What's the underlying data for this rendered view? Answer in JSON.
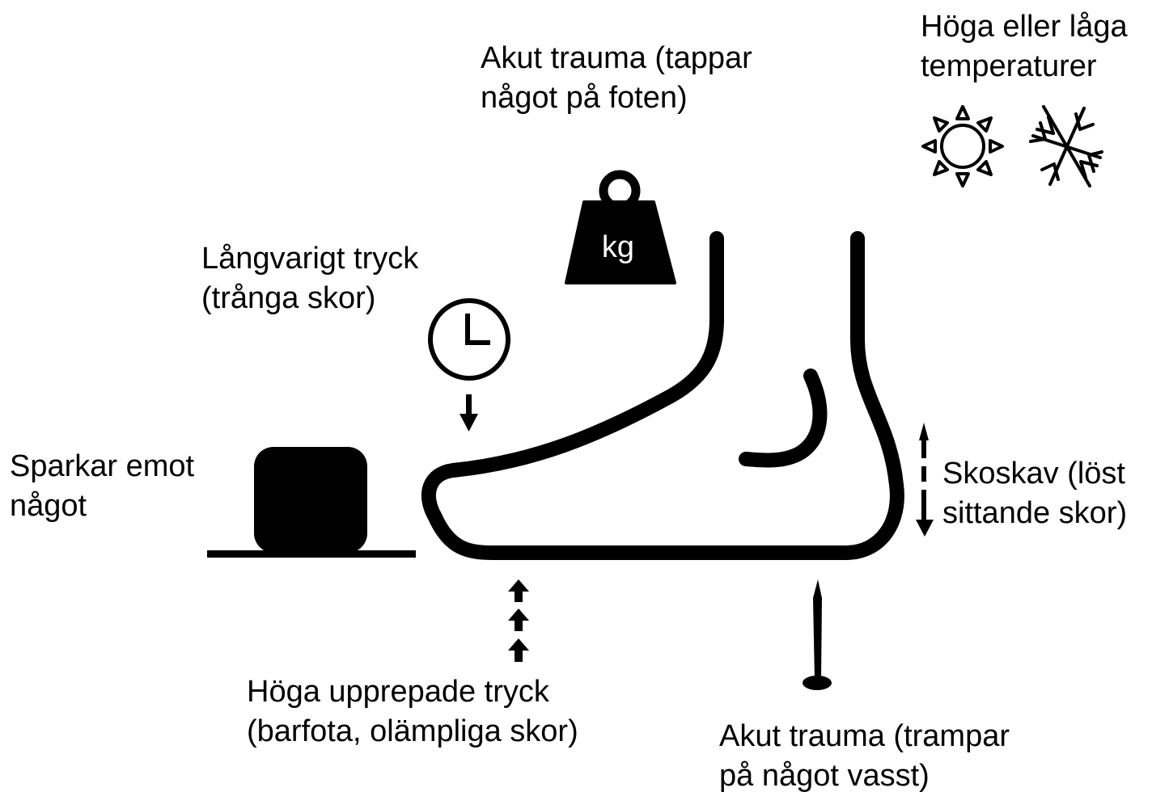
{
  "labels": {
    "top_trauma": [
      "Akut trauma (tappar",
      "något på foten)"
    ],
    "temperature": [
      "Höga eller låga",
      "temperaturer"
    ],
    "long_pressure": [
      "Långvarigt tryck",
      "(trånga skor)"
    ],
    "kick": [
      "Sparkar emot",
      "något"
    ],
    "shear": [
      "Skoskav (löst",
      "sittande skor)"
    ],
    "repeated_pressure": [
      "Höga upprepade tryck",
      "(barfota, olämpliga skor)"
    ],
    "sharp_trauma": [
      "Akut trauma (trampar",
      "på något vasst)"
    ]
  },
  "weight_text": "kg",
  "icons": [
    "weight-icon",
    "clock-icon",
    "sun-icon",
    "snowflake-icon",
    "nail-icon",
    "box-obstacle-icon",
    "foot-outline-icon"
  ]
}
